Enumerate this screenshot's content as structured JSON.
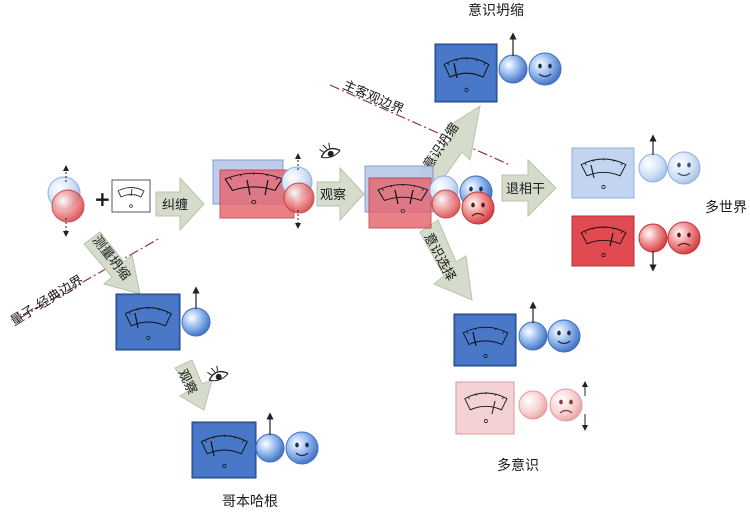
{
  "labels": {
    "entangle": "纠缠",
    "observe_1": "观察",
    "observe_2": "观察",
    "decohere": "退相干",
    "measurement_collapse": "测量坍缩",
    "consciousness_collapse_top": "意识坍缩",
    "consciousness_collapse_diag": "意识坍缩",
    "consciousness_select": "意识选择",
    "quantum_classical_boundary": "量子-经典边界",
    "subject_object_boundary": "主客观边界",
    "copenhagen": "哥本哈根",
    "many_worlds": "多世界",
    "many_minds": "多意识",
    "plus": "+"
  },
  "icons": [
    "quantum-particle-icon",
    "measuring-meter-icon",
    "eye-icon",
    "happy-face-icon",
    "sad-face-icon",
    "spin-arrow-icon"
  ],
  "colors": {
    "blue_state": "#4a78c8",
    "red_state": "#e0464a",
    "arrow_fill": "#d5dccb",
    "arrow_stroke": "#b9c2ad",
    "boundary_line": "#8a3a3a"
  }
}
